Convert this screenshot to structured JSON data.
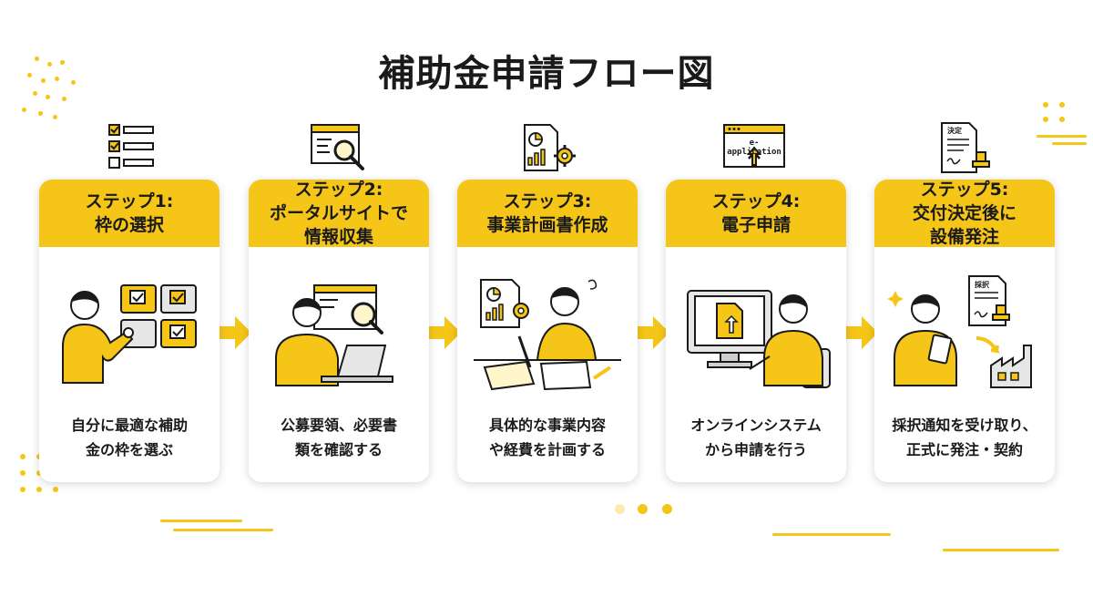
{
  "title": "補助金申請フロー図",
  "colors": {
    "accent": "#f5c518",
    "text": "#1a1a1a",
    "card_bg": "#ffffff"
  },
  "steps": [
    {
      "heading": [
        "ステップ1:",
        "枠の選択"
      ],
      "desc": [
        "自分に最適な補助",
        "金の枠を選ぶ"
      ],
      "icon": "checklist-icon",
      "illustration": "person-choosing-options"
    },
    {
      "heading": [
        "ステップ2:",
        "ポータルサイトで",
        "情報収集"
      ],
      "desc": [
        "公募要領、必要書",
        "類を確認する"
      ],
      "icon": "web-search-icon",
      "illustration": "person-using-laptop"
    },
    {
      "heading": [
        "ステップ3:",
        "事業計画書作成"
      ],
      "desc": [
        "具体的な事業内容",
        "や経費を計画する"
      ],
      "icon": "report-chart-icon",
      "illustration": "person-writing-plan"
    },
    {
      "heading": [
        "ステップ4:",
        "電子申請"
      ],
      "desc": [
        "オンラインシステム",
        "から申請を行う"
      ],
      "icon": "e-application-icon",
      "icon_label": "e-application",
      "illustration": "person-at-computer"
    },
    {
      "heading": [
        "ステップ5:",
        "交付決定後に",
        "設備発注"
      ],
      "desc": [
        "採択通知を受け取り、",
        "正式に発注・契約"
      ],
      "icon": "decision-document-icon",
      "icon_label": "決定",
      "illustration": "person-ordering-equipment",
      "illustration_label": "採択"
    }
  ]
}
